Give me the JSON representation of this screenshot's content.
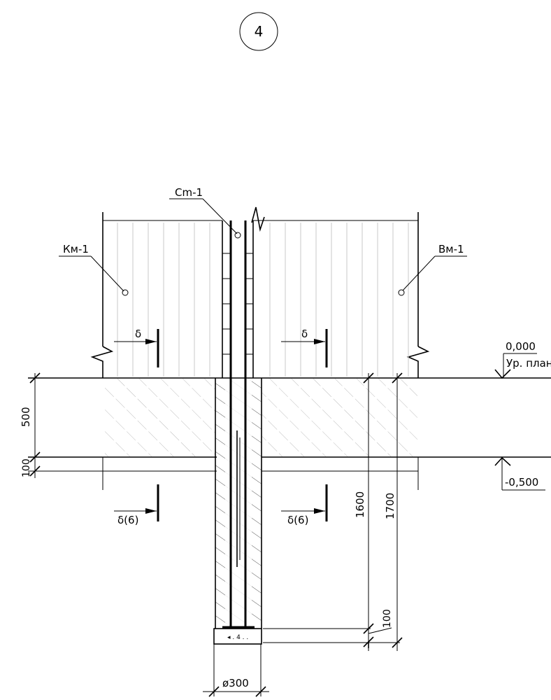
{
  "sheet": {
    "detail_number": "4"
  },
  "labels": {
    "column": "Cm-1",
    "left_panel": "Км-1",
    "right_panel": "Вм-1",
    "thickness_left": "δ",
    "thickness_right": "δ",
    "thickness_left_below": "δ(6)",
    "thickness_right_below": "δ(6)"
  },
  "levels": {
    "top_value": "0,000",
    "top_caption": "Ур. план",
    "bottom_value": "-0,500"
  },
  "dimensions": {
    "d500": "500",
    "d100_left": "100",
    "d1600": "1600",
    "d1700": "1700",
    "d100_bottom": "100",
    "diameter": "ø300"
  },
  "colors": {
    "line": "#000000",
    "light_line": "#c8c8c8",
    "hatch": "#b0b0b0"
  }
}
